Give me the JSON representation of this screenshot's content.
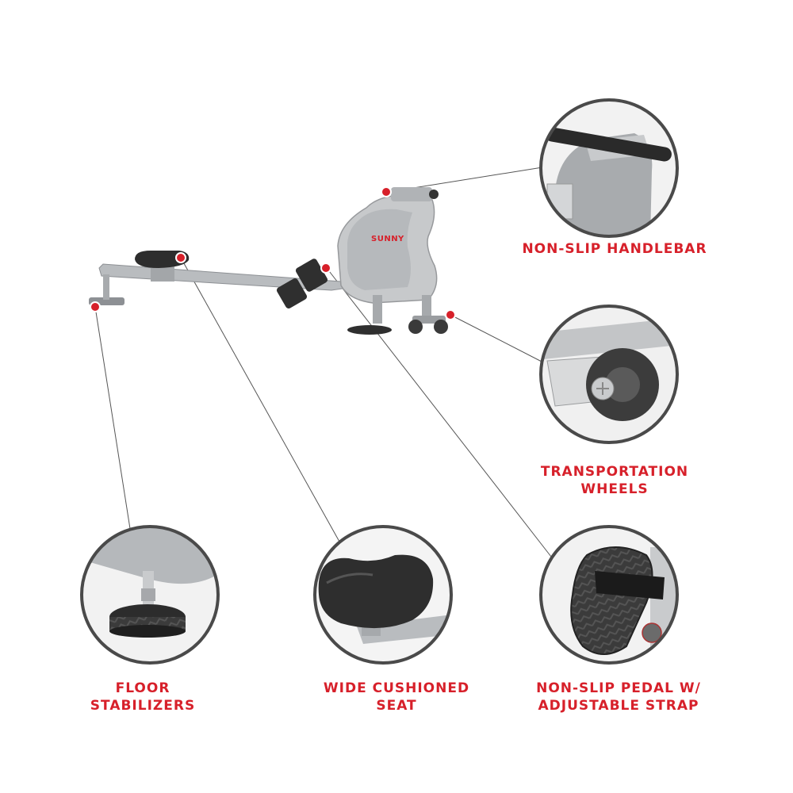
{
  "brand": "SUNNY",
  "accent_color": "#d7202a",
  "callouts": {
    "handlebar": {
      "line1": "NON-SLIP HANDLEBAR",
      "line2": ""
    },
    "wheels": {
      "line1": "TRANSPORTATION",
      "line2": "WHEELS"
    },
    "floor": {
      "line1": "FLOOR",
      "line2": "STABILIZERS"
    },
    "seat": {
      "line1": "WIDE CUSHIONED",
      "line2": "SEAT"
    },
    "pedal": {
      "line1": "NON-SLIP PEDAL W/",
      "line2": "ADJUSTABLE STRAP"
    }
  }
}
